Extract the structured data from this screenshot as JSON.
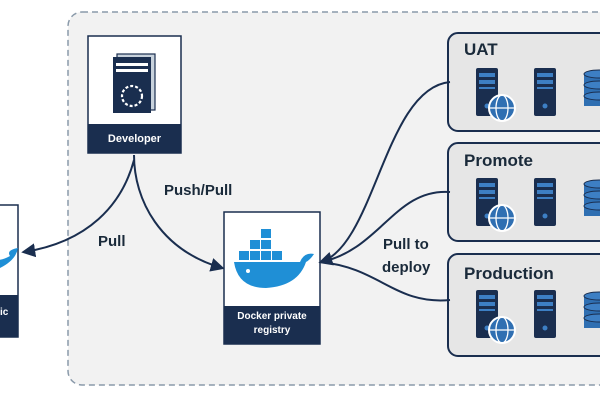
{
  "developer": {
    "label": "Developer"
  },
  "registry": {
    "label_line1": "Docker private",
    "label_line2": "registry"
  },
  "public": {
    "label_partial": "ic"
  },
  "arrows": {
    "push_pull": "Push/Pull",
    "pull": "Pull",
    "pull_to": "Pull to",
    "deploy": "deploy"
  },
  "environments": [
    {
      "name": "UAT"
    },
    {
      "name": "Promote"
    },
    {
      "name": "Production"
    }
  ],
  "colors": {
    "navy": "#1a2e4f",
    "dashed_border": "#8a9aaa",
    "env_bg": "#e6e6e6",
    "server_blue": "#2f6fb2",
    "docker_blue": "#1f8fd6",
    "arrow": "#1a2e4f"
  }
}
